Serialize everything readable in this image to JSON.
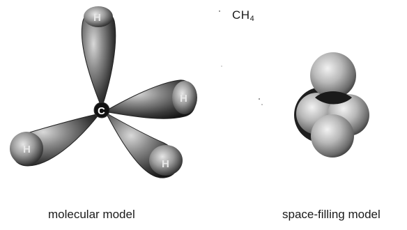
{
  "formula": {
    "main": "CH",
    "subscript": "4"
  },
  "molecular_model": {
    "caption": "molecular model",
    "center_atom": "C",
    "outer_atoms": [
      "H",
      "H",
      "H",
      "H"
    ]
  },
  "space_filling_model": {
    "caption": "space-filling model"
  }
}
